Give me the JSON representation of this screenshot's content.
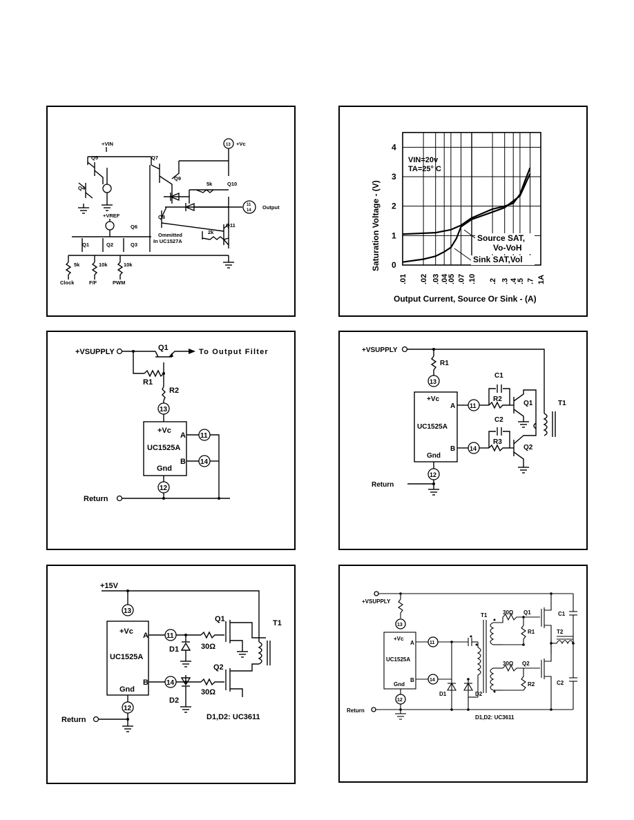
{
  "panel1": {
    "labels": {
      "vin": "+VIN",
      "vc": "+Vc",
      "vref": "+VREF",
      "output": "Output",
      "omitted1": "Ommitted",
      "omitted2": "In UC1527A",
      "q1": "Q1",
      "q2": "Q2",
      "q3": "Q3",
      "q4": "Q4",
      "q5": "Q5",
      "q6": "Q6",
      "q7": "Q7",
      "q8": "Q8",
      "q9": "Q9",
      "q10": "Q10",
      "q11": "Q11",
      "r5k": "5k",
      "r10k_a": "10k",
      "r10k_b": "10k",
      "r5k_top": "5k",
      "r2k": "2k",
      "clock": "Clock",
      "ff": "F/F",
      "pwm": "PWM",
      "pin13": "13",
      "pin11": "11",
      "pin14": "14"
    }
  },
  "panel2": {
    "chart_data": {
      "type": "line",
      "xlabel": "Output Current, Source Or Sink - (A)",
      "ylabel": "Saturation Voltage - (V)",
      "xscale": "log",
      "xlim": [
        0.01,
        1
      ],
      "ylim": [
        0,
        4.5
      ],
      "x_ticks": [
        ".01",
        ".02",
        ".03",
        ".04",
        ".05",
        ".07",
        ".10",
        ".2",
        ".3",
        ".4",
        ".5",
        ".7",
        "1A"
      ],
      "y_ticks": [
        "0",
        "1",
        "2",
        "3",
        "4"
      ],
      "annotation_lines": [
        "VIN=20v",
        "TA=25° C"
      ],
      "grid": true,
      "series": [
        {
          "name": "Source SAT, Vo-VoH",
          "x": [
            0.01,
            0.03,
            0.05,
            0.07,
            0.1,
            0.2,
            0.3,
            0.4,
            0.5,
            0.6,
            0.7
          ],
          "y": [
            1.05,
            1.1,
            1.2,
            1.35,
            1.6,
            1.9,
            2.0,
            2.1,
            2.4,
            2.9,
            3.3
          ]
        },
        {
          "name": "Sink SAT,Vol",
          "x": [
            0.01,
            0.02,
            0.03,
            0.04,
            0.05,
            0.06,
            0.07,
            0.1,
            0.2,
            0.3,
            0.5,
            0.7
          ],
          "y": [
            0.1,
            0.2,
            0.3,
            0.45,
            0.6,
            0.9,
            1.3,
            1.55,
            1.8,
            1.95,
            2.35,
            3.1
          ]
        }
      ],
      "legend_labels": {
        "source1": "Source SAT,",
        "source2": "Vo-VoH",
        "sink": "Sink SAT,Vol"
      }
    }
  },
  "panel3": {
    "labels": {
      "vsupply": "+VSUPPLY",
      "q1": "Q1",
      "filter": "To Output Filter",
      "r1": "R1",
      "r2": "R2",
      "vc": "+Vc",
      "a": "A",
      "b": "B",
      "chip": "UC1525A",
      "gnd": "Gnd",
      "ret": "Return",
      "p13": "13",
      "p11": "11",
      "p14": "14",
      "p12": "12"
    }
  },
  "panel4": {
    "labels": {
      "vsupply": "+VSUPPLY",
      "r1": "R1",
      "c1": "C1",
      "r2": "R2",
      "c2": "C2",
      "r3": "R3",
      "q1": "Q1",
      "q2": "Q2",
      "t1": "T1",
      "vc": "+Vc",
      "a": "A",
      "b": "B",
      "chip": "UC1525A",
      "gnd": "Gnd",
      "ret": "Return",
      "p13": "13",
      "p11": "11",
      "p14": "14",
      "p12": "12"
    }
  },
  "panel5": {
    "labels": {
      "v15": "+15V",
      "q1": "Q1",
      "q2": "Q2",
      "t1": "T1",
      "d1": "D1",
      "d2": "D2",
      "r30a": "30Ω",
      "r30b": "30Ω",
      "note": "D1,D2:  UC3611",
      "vc": "+Vc",
      "a": "A",
      "b": "B",
      "chip": "UC1525A",
      "gnd": "Gnd",
      "ret": "Return",
      "p13": "13",
      "p11": "11",
      "p14": "14",
      "p12": "12"
    }
  },
  "panel6": {
    "labels": {
      "vsupply": "+VSUPPLY",
      "t1": "T1",
      "t2": "T2",
      "q1": "Q1",
      "q2": "Q2",
      "r1": "R1",
      "r2": "R2",
      "c1": "C1",
      "c2": "C2",
      "d1": "D1",
      "d2": "D2",
      "r30a": "30Ω",
      "r30b": "30Ω",
      "note": "D1,D2:  UC3611",
      "vc": "+Vc",
      "a": "A",
      "b": "B",
      "chip": "UC1525A",
      "gnd": "Gnd",
      "ret": "Return",
      "p13": "13",
      "p11": "11",
      "p14": "14",
      "p12": "12"
    }
  }
}
